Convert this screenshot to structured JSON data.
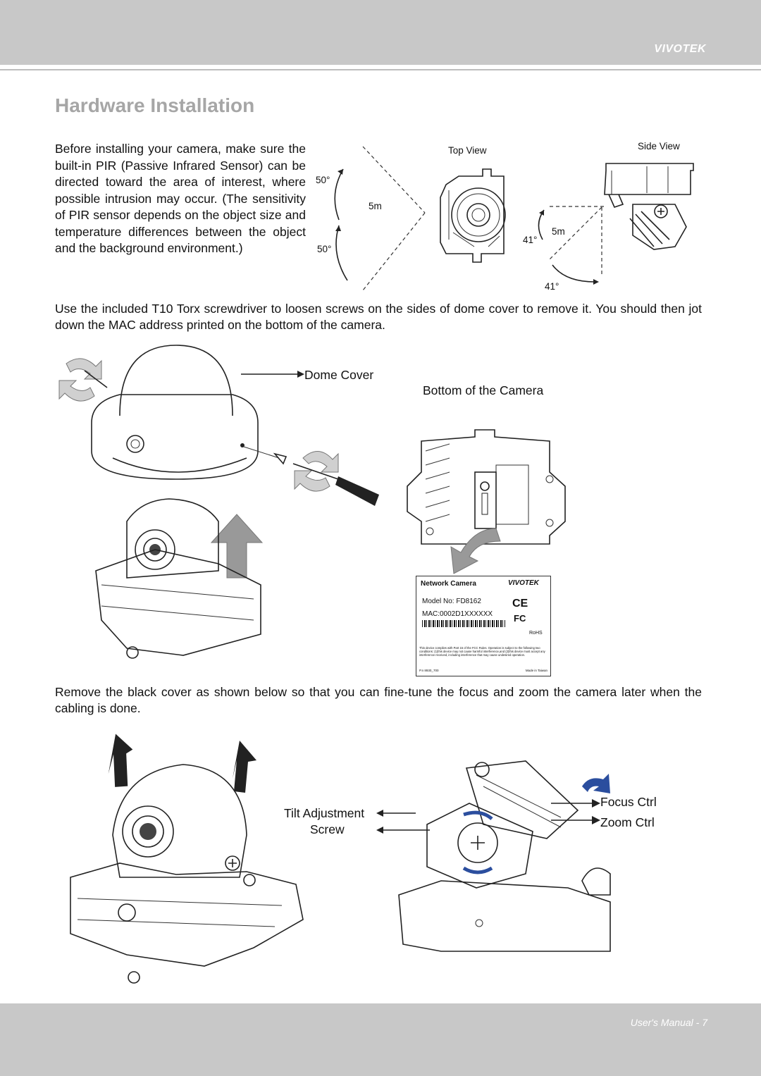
{
  "header": {
    "brand": "VIVOTEK"
  },
  "page": {
    "title": "Hardware Installation"
  },
  "pir_section": {
    "text": "Before installing your camera, make sure the built-in PIR (Passive Infrared Sensor) can be directed toward the area of interest, where possible intrusion may occur. (The sensitivity of PIR sensor depends on the object size and temperature differences between the object and the background environment.)",
    "top_view": {
      "title": "Top View",
      "angle_top": "50°",
      "angle_bottom": "50°",
      "distance": "5m"
    },
    "side_view": {
      "title": "Side View",
      "angle_vertical": "41°",
      "angle_horizontal": "41°",
      "distance": "5m"
    }
  },
  "cover_section": {
    "text": "Use the included T10 Torx screwdriver to loosen screws on the sides of dome cover to remove it. You should then jot down the MAC address printed on the bottom of the camera.",
    "dome_cover_label": "Dome Cover",
    "bottom_label": "Bottom of the  Camera"
  },
  "product_label": {
    "heading": "Network Camera",
    "brand": "VIVOTEK",
    "model": "Model No: FD8162",
    "mac": "MAC:0002D1XXXXXX",
    "rohs": "RoHS",
    "fcc_text": "This device complies with Part 15 of the FCC Rules. Operation is subject to the following two conditions: (1)this device may not cause harmful interference,and (2)this device must accept any interference received, including interference that may cause undesired operation.",
    "part": "P.n 8930_700",
    "made_in": "Made in Taiwan"
  },
  "focus_section": {
    "text": "Remove the black cover as shown below so that you can fine-tune the focus and zoom the camera later when the cabling is done.",
    "tilt_label_1": "Tilt Adjustment",
    "tilt_label_2": "Screw",
    "focus_label": "Focus Ctrl",
    "zoom_label": "Zoom Ctrl"
  },
  "footer": {
    "page_label": "User's Manual - 7"
  }
}
